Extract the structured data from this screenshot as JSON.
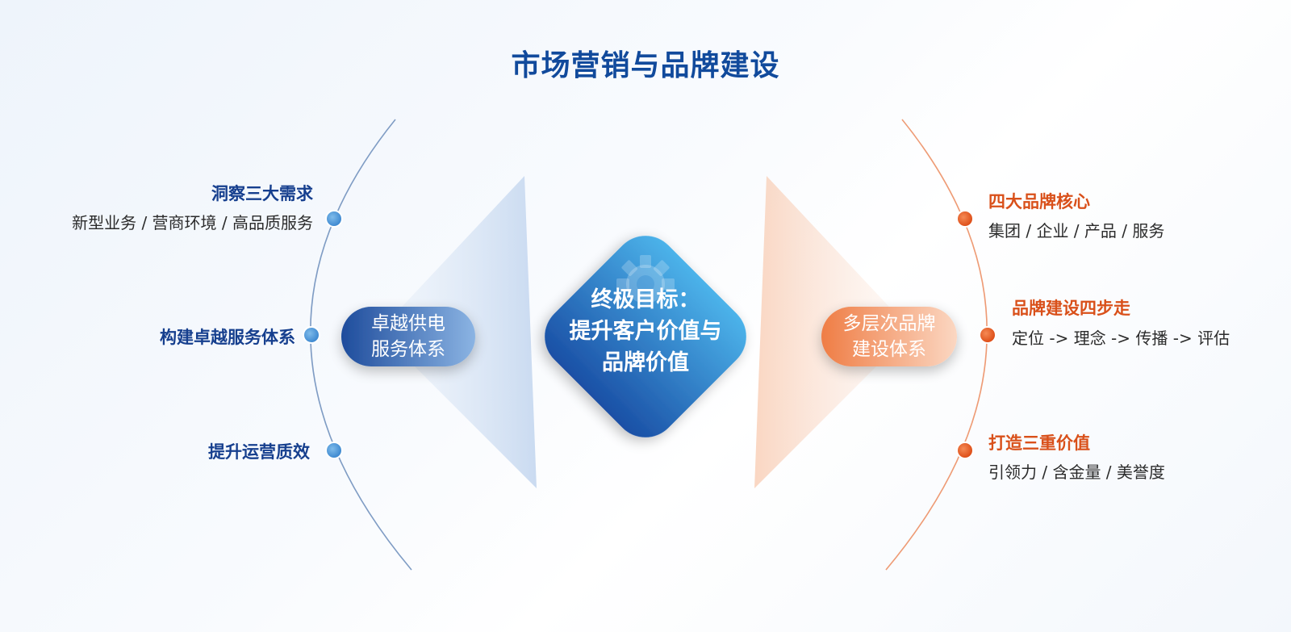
{
  "title": "市场营销与品牌建设",
  "center": {
    "line1": "终极目标：",
    "line2": "提升客户价值与",
    "line3": "品牌价值",
    "icon": "gear-icon"
  },
  "left_pill": {
    "line1": "卓越供电",
    "line2": "服务体系"
  },
  "right_pill": {
    "line1": "多层次品牌",
    "line2": "建设体系"
  },
  "left_nodes": [
    {
      "label": "洞察三大需求",
      "sub": "新型业务 / 营商环境 / 高品质服务"
    },
    {
      "label": "构建卓越服务体系",
      "sub": ""
    },
    {
      "label": "提升运营质效",
      "sub": ""
    }
  ],
  "right_nodes": [
    {
      "label": "四大品牌核心",
      "sub": "集团 / 企业 / 产品 / 服务"
    },
    {
      "label": "品牌建设四步走",
      "sub": "定位 -> 理念 -> 传播 -> 评估"
    },
    {
      "label": "打造三重价值",
      "sub": "引领力 / 含金量 / 美誉度"
    }
  ],
  "colors": {
    "primary_blue": "#1a5bb5",
    "accent_orange": "#e0531c",
    "title_blue": "#114a9c"
  }
}
